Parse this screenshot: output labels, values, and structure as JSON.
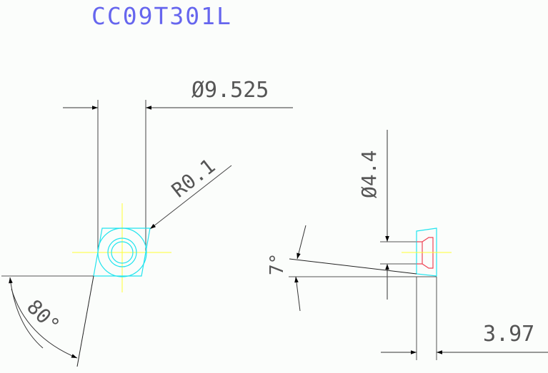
{
  "title": "CC09T301L",
  "colors": {
    "title": "#6666ee",
    "dim": "#555555",
    "geom": "#1a1a1a",
    "insert": "#22e4ee",
    "center": "#ffff33",
    "chamfer": "#ee4455",
    "background": "#fbfdfb"
  },
  "dimensions": {
    "inscribed_circle": "Ø9.525",
    "corner_radius": "R0.1",
    "included_angle": "80°",
    "hole_diameter": "Ø4.4",
    "clearance_angle": "7°",
    "thickness": "3.97"
  }
}
